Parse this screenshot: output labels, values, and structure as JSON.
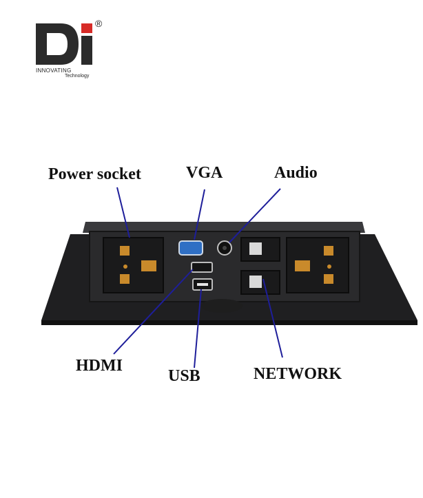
{
  "logo": {
    "brand": "Di",
    "registered": "®",
    "line1": "INNOVATING",
    "line2": "Technology",
    "accent": "#d72b27"
  },
  "labels": {
    "power": "Power socket",
    "vga": "VGA",
    "audio": "Audio",
    "hdmi": "HDMI",
    "usb": "USB",
    "network": "NETWORK"
  },
  "colors": {
    "leader": "#1e1e9a",
    "panel": "#2b2b2d",
    "vga_port": "#2f6fc4",
    "socket_brass": "#c98a2b"
  }
}
